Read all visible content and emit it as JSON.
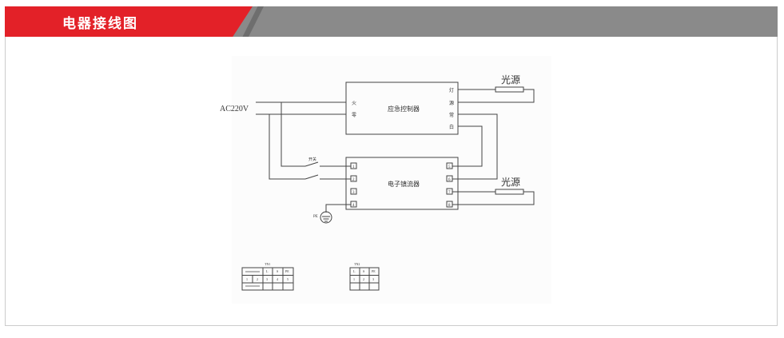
{
  "header": {
    "title": "电器接线图"
  },
  "diagram": {
    "power_label": "AC220V",
    "controller": {
      "name": "应急控制器",
      "left_terminals": [
        "火",
        "零"
      ],
      "right_terminals": [
        "灯",
        "源",
        "常",
        "白"
      ]
    },
    "ballast": {
      "name": "电子镇流器",
      "left_terminals": [
        "1",
        "2",
        "3",
        "4"
      ],
      "right_terminals": [
        "5",
        "6",
        "7",
        "8"
      ]
    },
    "switch_label": "开关",
    "ground_label": "PE",
    "lamp_label": "光源"
  },
  "tables": [
    {
      "title": "TN1",
      "rows": [
        [
          "—",
          "L",
          "S",
          "PE"
        ],
        [
          "1",
          "2",
          "3",
          "4",
          "5"
        ],
        [
          "—",
          "",
          "",
          ""
        ]
      ]
    },
    {
      "title": "TN2",
      "rows": [
        [
          "L",
          "S",
          "PE"
        ],
        [
          "1",
          "2",
          "3"
        ],
        [
          "",
          "",
          ""
        ]
      ]
    }
  ]
}
